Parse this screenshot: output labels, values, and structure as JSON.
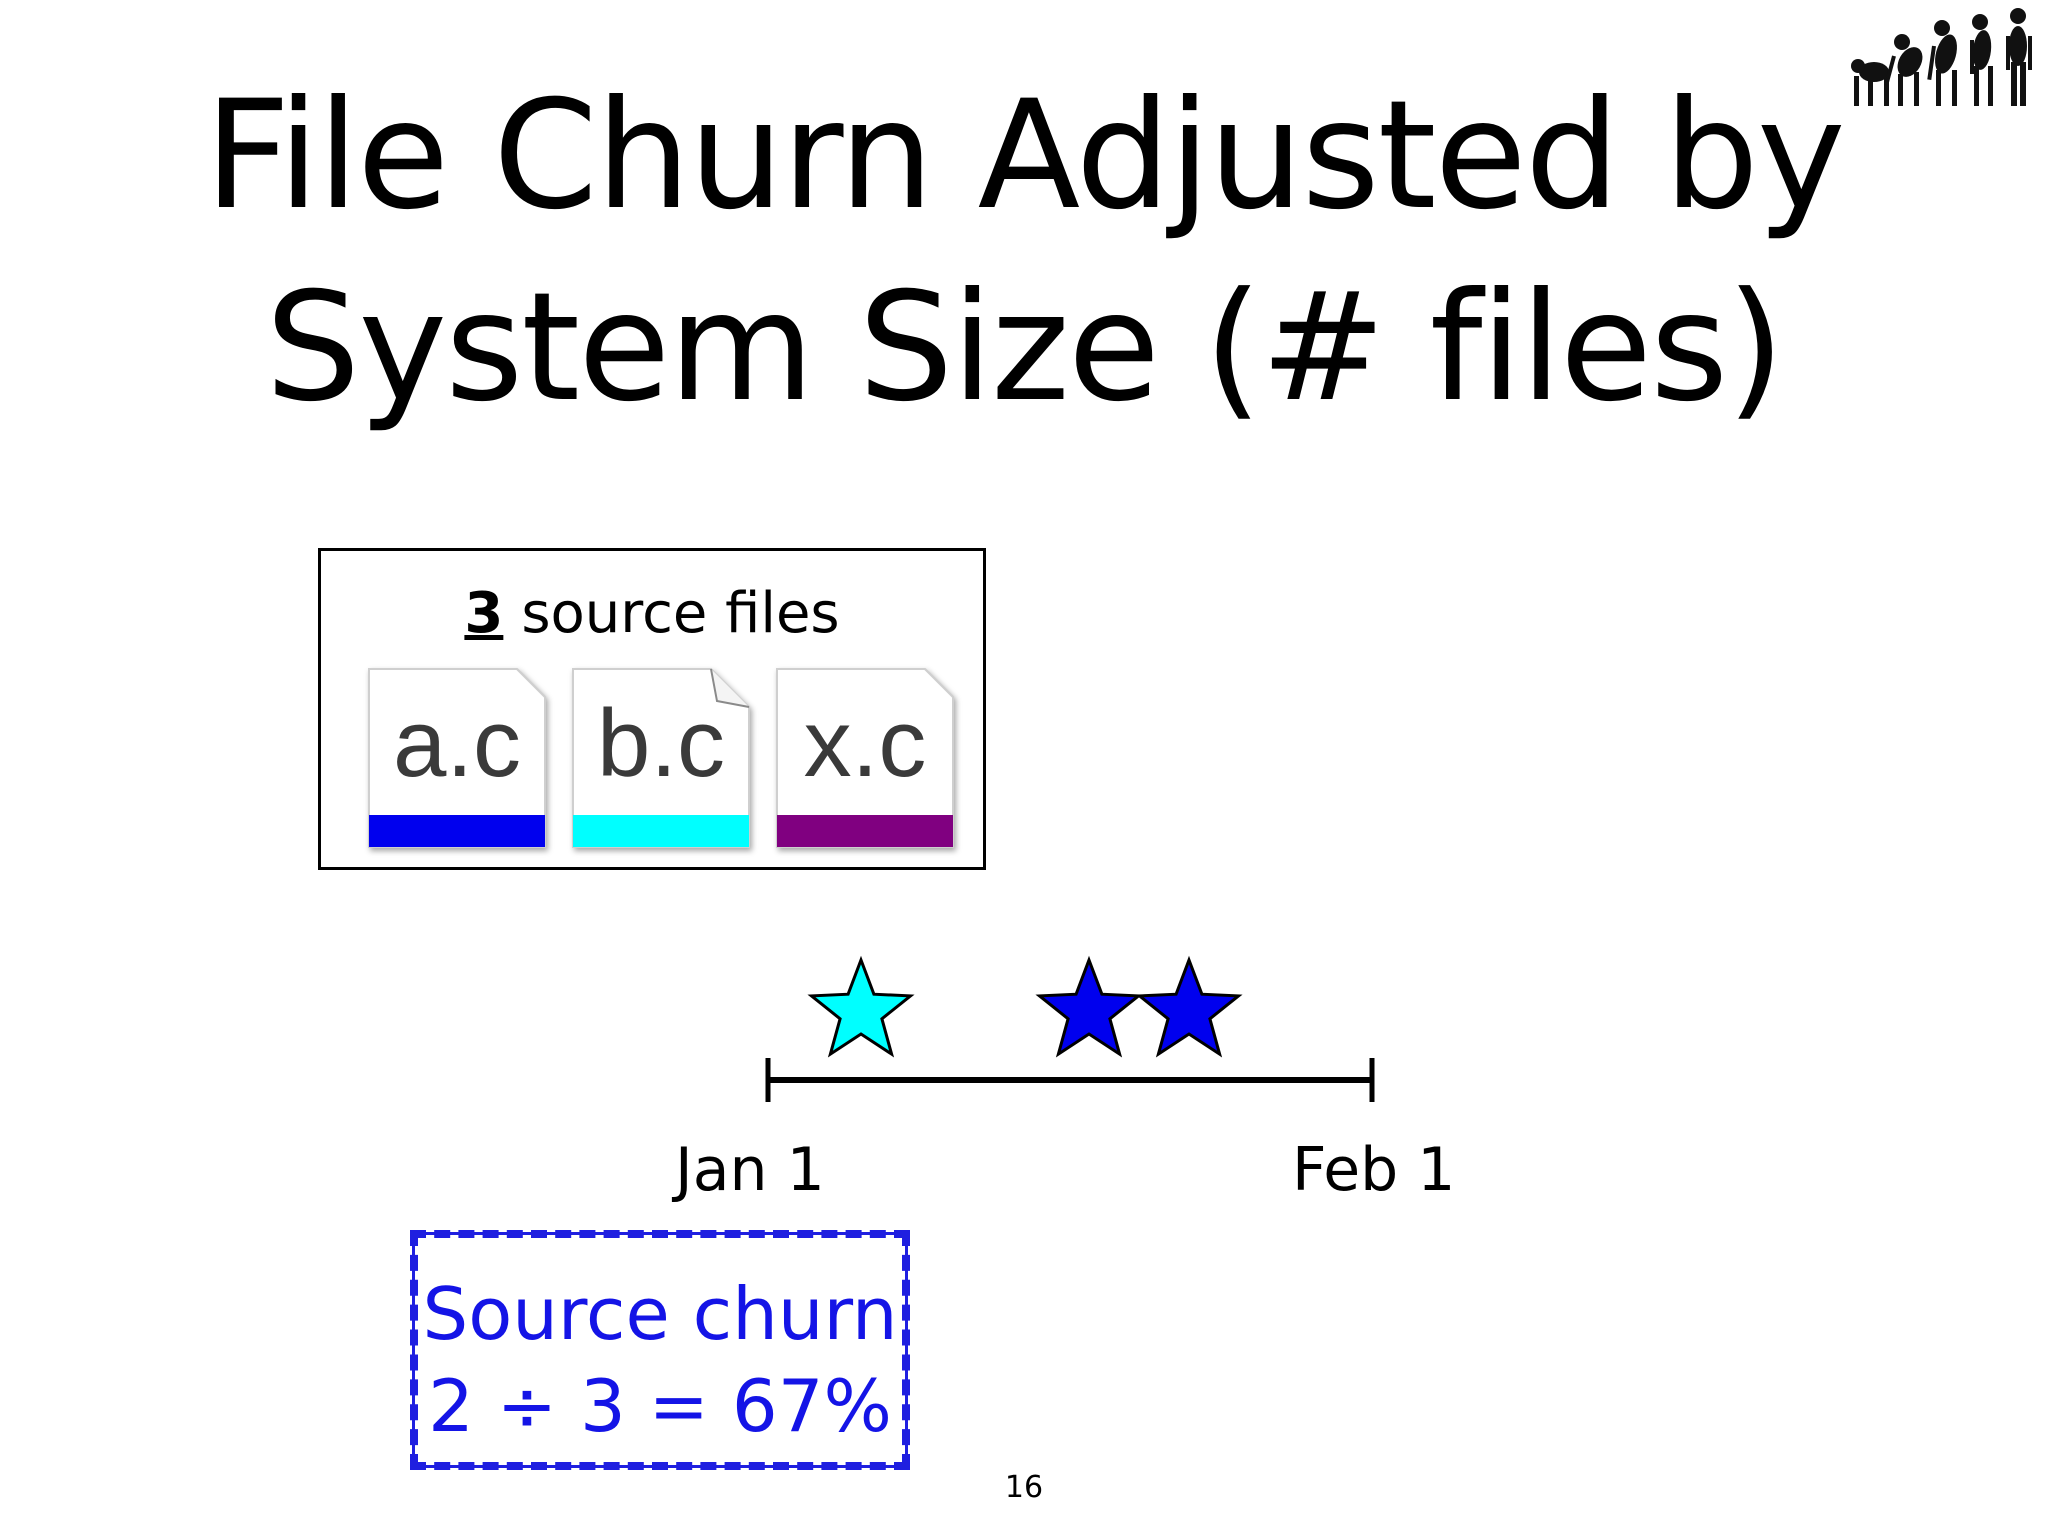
{
  "title": {
    "line1": "File Churn Adjusted by",
    "line2": "System Size (# files)"
  },
  "logo": {
    "icon": "evolution-silhouettes-icon"
  },
  "source_files": {
    "count": "3",
    "label": "source files",
    "files": [
      {
        "name": "a.c",
        "color": "#0000ee"
      },
      {
        "name": "b.c",
        "color": "#00ffff"
      },
      {
        "name": "x.c",
        "color": "#800080"
      }
    ]
  },
  "timeline": {
    "start_label": "Jan 1",
    "end_label": "Feb 1",
    "events": [
      {
        "file": "b.c",
        "color": "#00ffff"
      },
      {
        "file": "a.c",
        "color": "#0000ee"
      },
      {
        "file": "a.c",
        "color": "#0000ee"
      }
    ]
  },
  "churn": {
    "title": "Source churn",
    "formula": "2 ÷ 3 = 67%",
    "color": "#1414e6"
  },
  "page_number": "16"
}
